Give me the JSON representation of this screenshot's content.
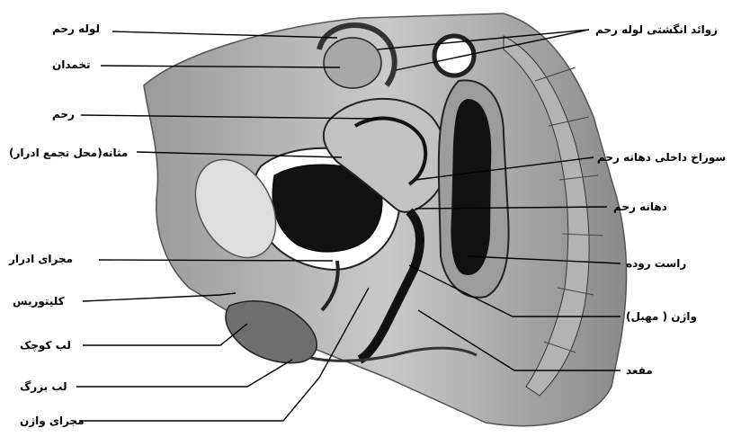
{
  "labels": {
    "fallopian_tube": "لوله رحم",
    "ovary": "تخمدان",
    "uterus": "رحم",
    "bladder": "مثانه(محل تجمع ادرار)",
    "urethra": "مجرای ادرار",
    "clitoris": "کلیتوریس",
    "labia_minora": "لب کوچک",
    "labia_majora": "لب بزرگ",
    "vaginal_opening": "مجرای واژن",
    "fimbriae": "زوائد انگشتی لوله رحم",
    "internal_os": "سوراخ داخلی دهانه رحم",
    "cervix": "دهانه رحم",
    "rectum": "راست روده",
    "vagina": "واژن ( مهبل)",
    "anus": "مقعد"
  }
}
